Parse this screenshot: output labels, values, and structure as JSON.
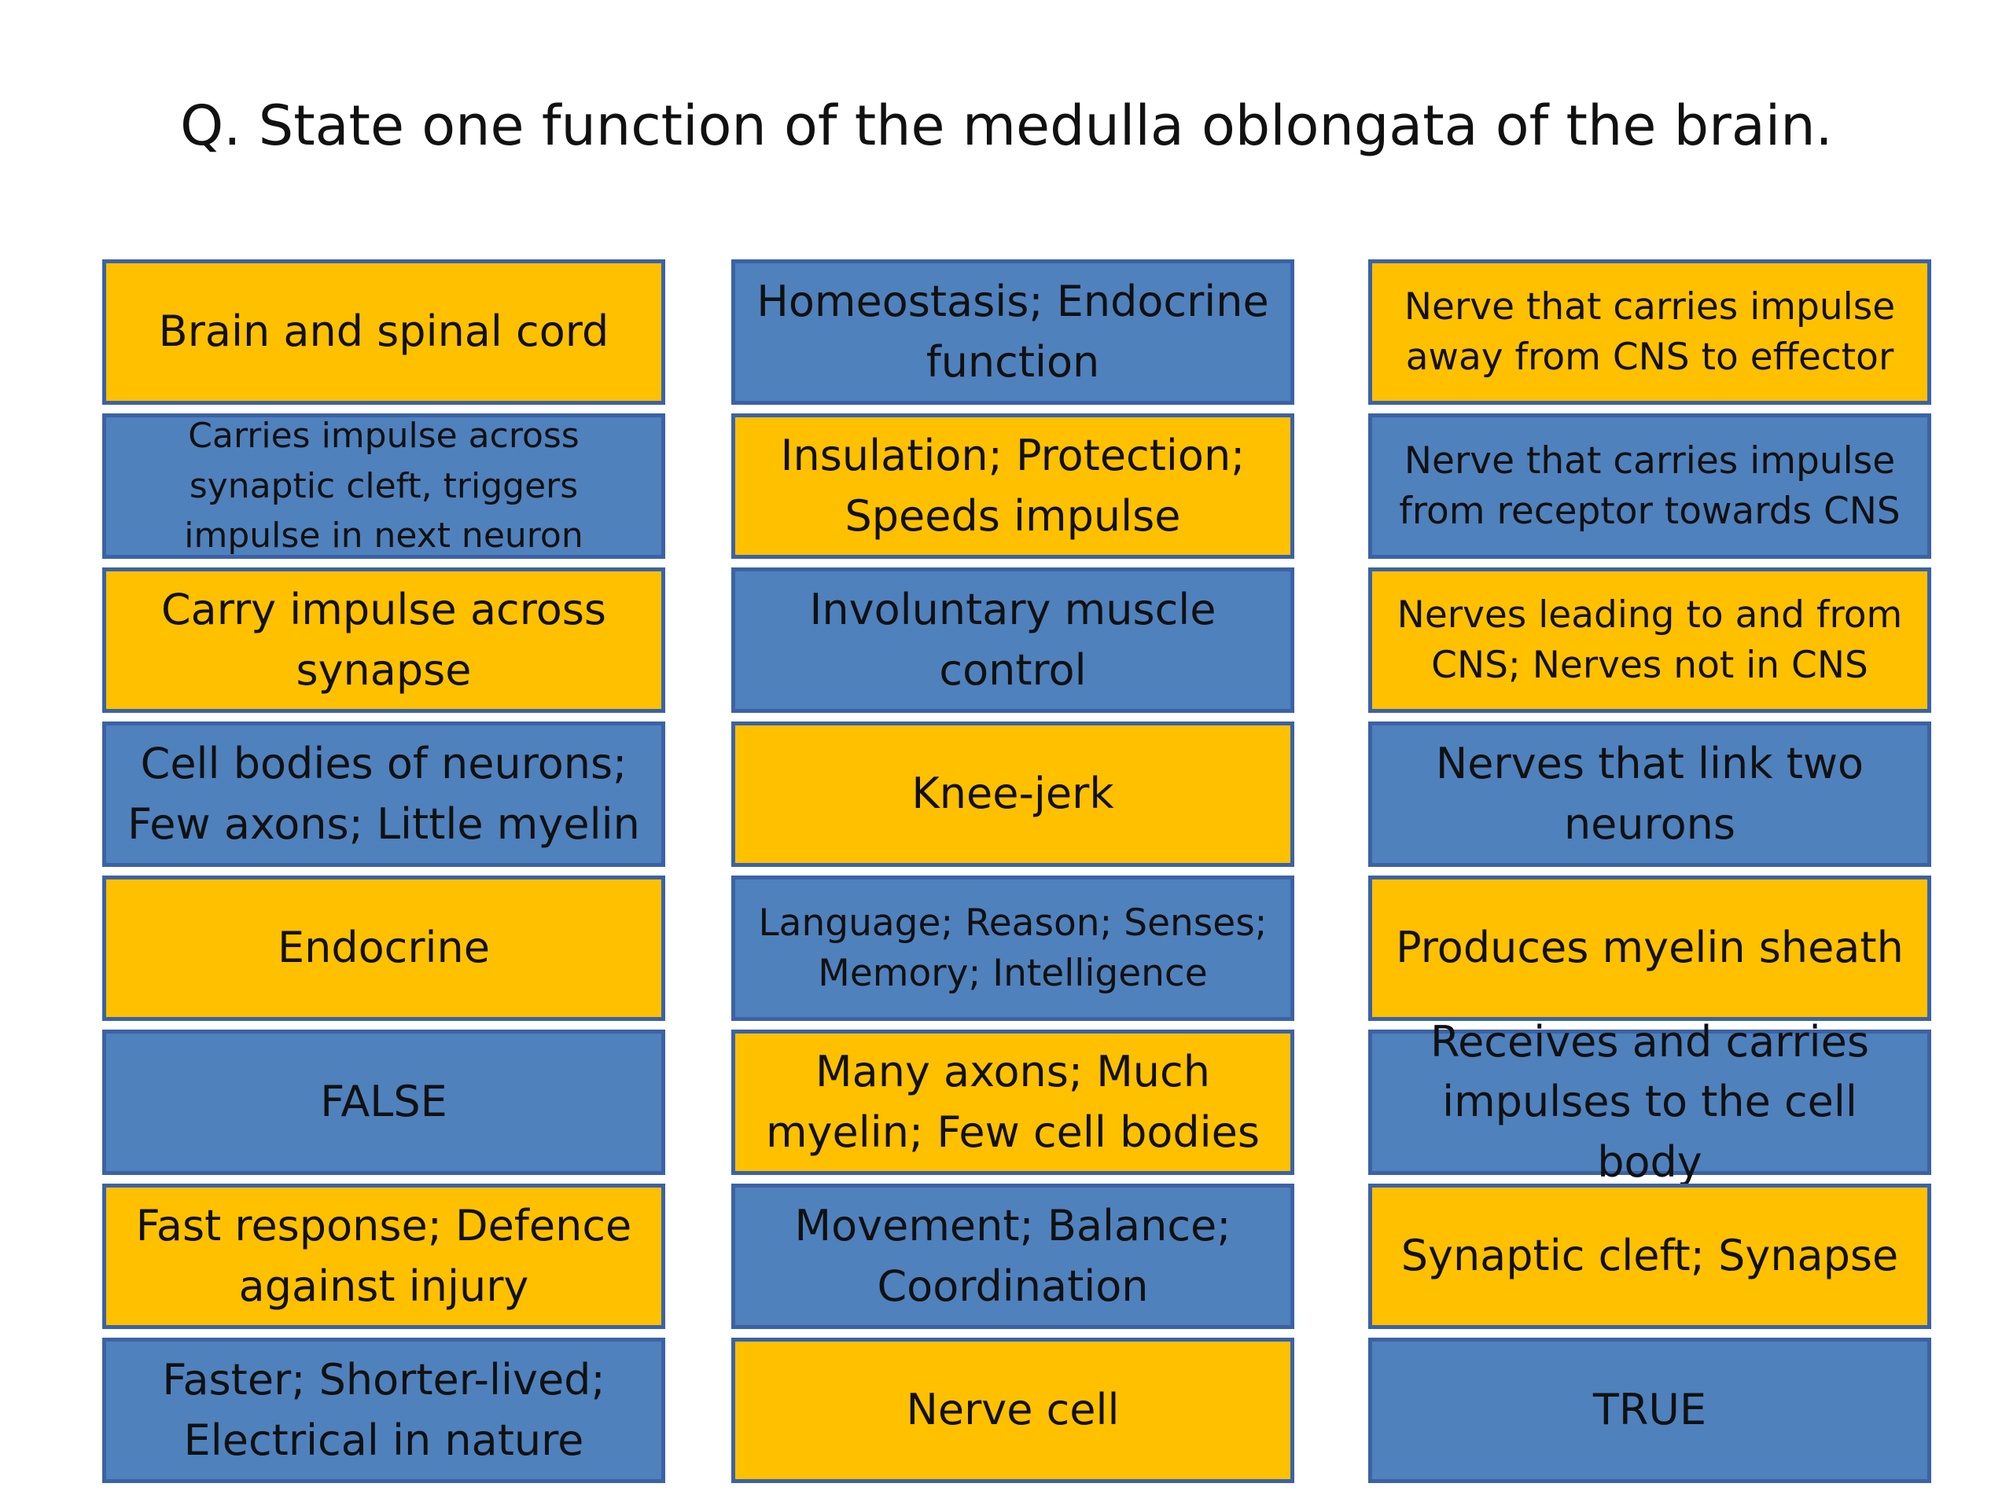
{
  "question": "Q. State one function of the medulla oblongata of the brain.",
  "colors": {
    "yellow": "#ffc000",
    "blue": "#4f81bd",
    "border": "#3b62a6"
  },
  "columns": [
    {
      "cards": [
        {
          "text": "Brain and spinal cord",
          "color": "yellow"
        },
        {
          "text": "Carries impulse across\nsynaptic cleft, triggers\nimpulse in next neuron",
          "color": "blue"
        },
        {
          "text": "Carry impulse across\nsynapse",
          "color": "yellow"
        },
        {
          "text": "Cell bodies of neurons;\nFew axons; Little myelin",
          "color": "blue"
        },
        {
          "text": "Endocrine",
          "color": "yellow"
        },
        {
          "text": "FALSE",
          "color": "blue"
        },
        {
          "text": "Fast response; Defence\nagainst injury",
          "color": "yellow"
        },
        {
          "text": "Faster; Shorter-lived;\nElectrical in nature",
          "color": "blue"
        }
      ]
    },
    {
      "cards": [
        {
          "text": "Homeostasis; Endocrine\nfunction",
          "color": "blue"
        },
        {
          "text": "Insulation; Protection;\nSpeeds impulse",
          "color": "yellow"
        },
        {
          "text": "Involuntary muscle\ncontrol",
          "color": "blue"
        },
        {
          "text": "Knee-jerk",
          "color": "yellow"
        },
        {
          "text": "Language; Reason; Senses;\nMemory; Intelligence",
          "color": "blue"
        },
        {
          "text": "Many axons; Much\nmyelin; Few cell bodies",
          "color": "yellow"
        },
        {
          "text": "Movement; Balance;\nCoordination",
          "color": "blue"
        },
        {
          "text": "Nerve cell",
          "color": "yellow"
        }
      ]
    },
    {
      "cards": [
        {
          "text": "Nerve that carries impulse\naway from CNS to effector",
          "color": "yellow"
        },
        {
          "text": "Nerve that carries impulse\nfrom receptor towards CNS",
          "color": "blue"
        },
        {
          "text": "Nerves leading to and from\nCNS; Nerves not in CNS",
          "color": "yellow"
        },
        {
          "text": "Nerves that link two\nneurons",
          "color": "blue"
        },
        {
          "text": "Produces myelin sheath",
          "color": "yellow"
        },
        {
          "text": "Receives and carries\nimpulses to the cell body",
          "color": "blue"
        },
        {
          "text": "Synaptic cleft; Synapse",
          "color": "yellow"
        },
        {
          "text": "TRUE",
          "color": "blue"
        }
      ]
    }
  ]
}
